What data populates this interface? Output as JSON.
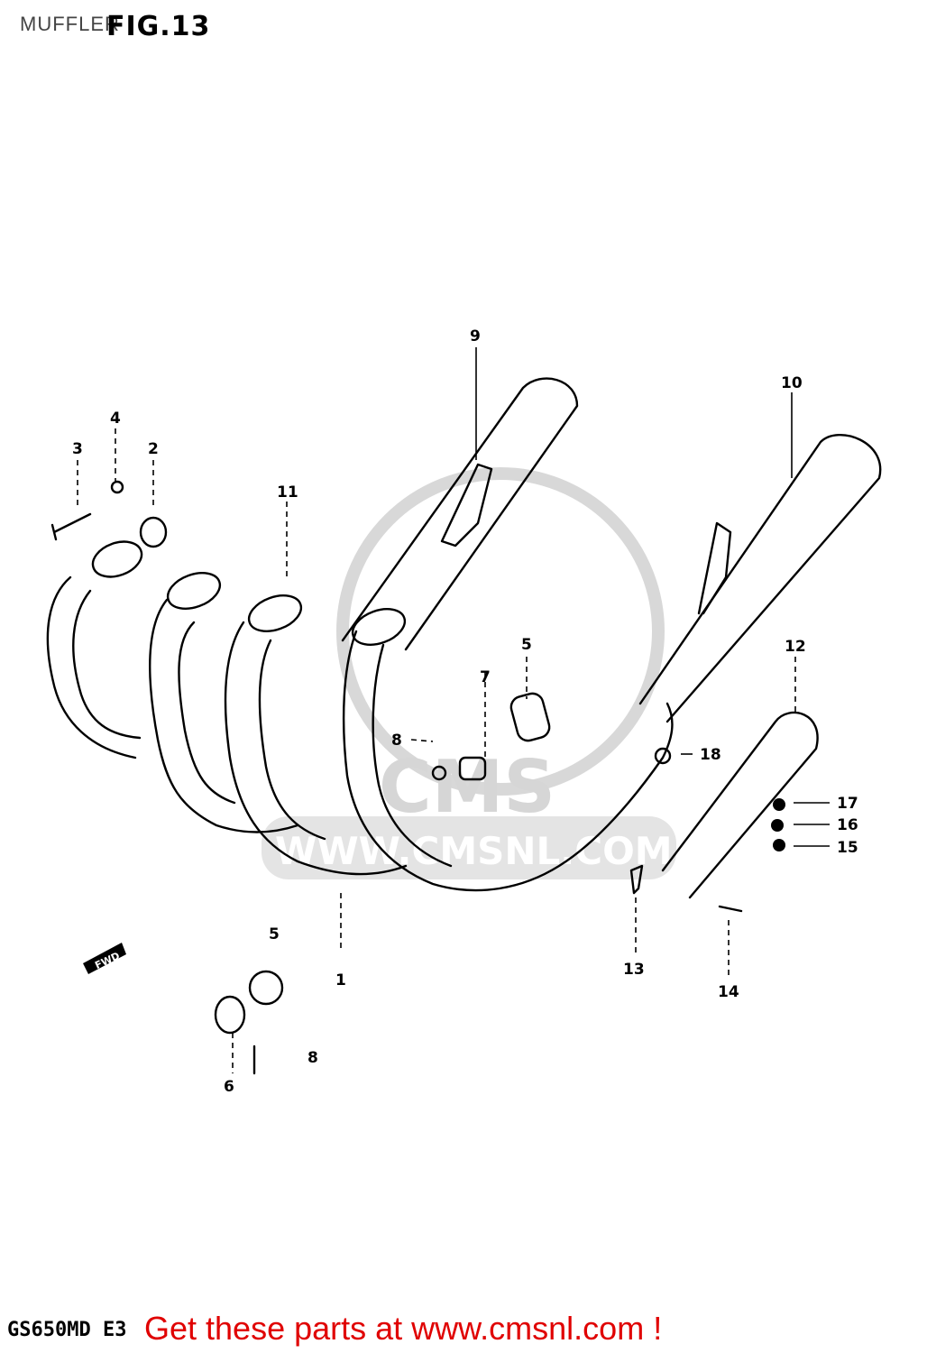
{
  "header": {
    "section_title": "MUFFLER",
    "figure_label": "FIG.13"
  },
  "footer": {
    "model_code": "GS650MD E3",
    "promo_text": "Get these parts at www.cmsnl.com !"
  },
  "watermark": {
    "logo_text": "CMS",
    "url_text": "WWW.CMSNL.COM"
  },
  "fwd_label": "FWD",
  "callouts": [
    "9",
    "10",
    "4",
    "3",
    "2",
    "11",
    "5",
    "12",
    "8",
    "7",
    "18",
    "17",
    "16",
    "15",
    "13",
    "14",
    "5",
    "1",
    "6",
    "8"
  ]
}
